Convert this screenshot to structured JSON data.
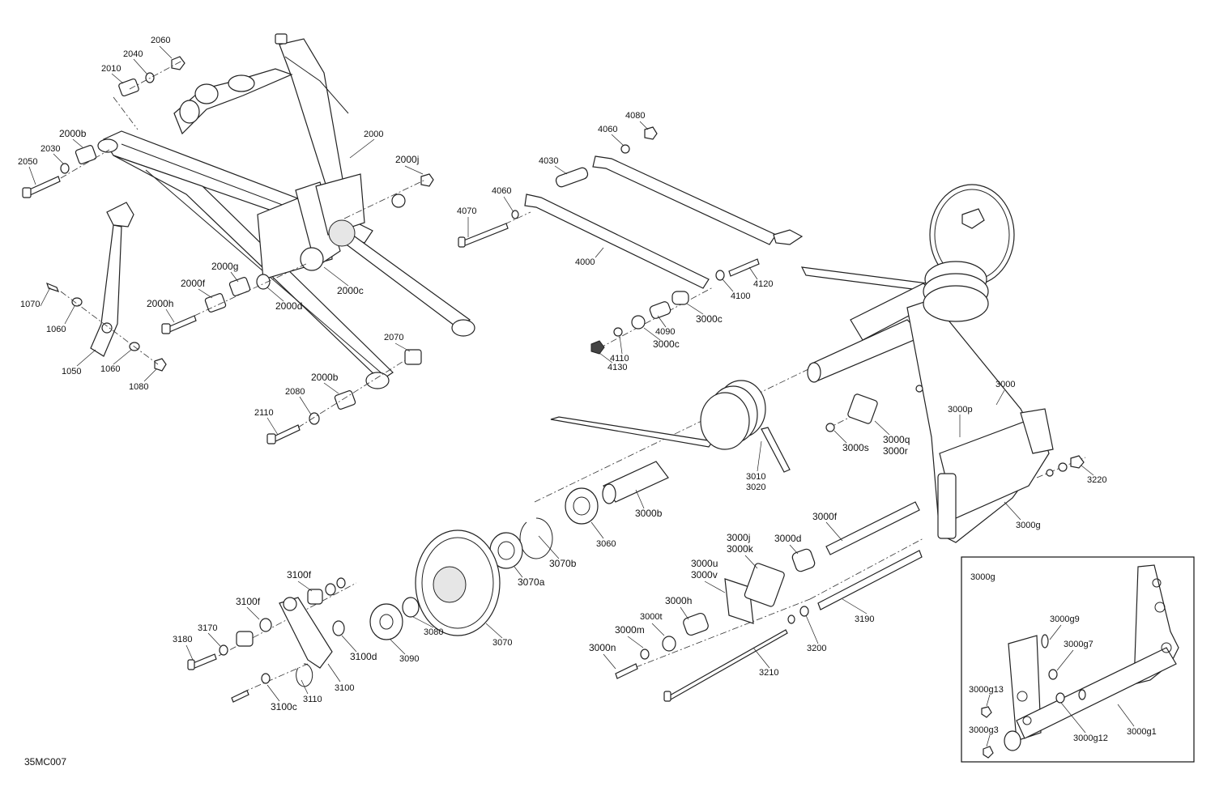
{
  "diagram_id": "35MC007",
  "inset_title": "3000g",
  "callouts": [
    {
      "id": "c2060",
      "text": "2060"
    },
    {
      "id": "c2040",
      "text": "2040"
    },
    {
      "id": "c2010",
      "text": "2010"
    },
    {
      "id": "c2000b_top",
      "text": "2000b"
    },
    {
      "id": "c2030",
      "text": "2030"
    },
    {
      "id": "c2050",
      "text": "2050"
    },
    {
      "id": "c2000",
      "text": "2000"
    },
    {
      "id": "c2000j",
      "text": "2000j"
    },
    {
      "id": "c2000g",
      "text": "2000g"
    },
    {
      "id": "c2000f",
      "text": "2000f"
    },
    {
      "id": "c2000h",
      "text": "2000h"
    },
    {
      "id": "c2000d",
      "text": "2000d"
    },
    {
      "id": "c2000c",
      "text": "2000c"
    },
    {
      "id": "c1070",
      "text": "1070"
    },
    {
      "id": "c1060a",
      "text": "1060"
    },
    {
      "id": "c1050",
      "text": "1050"
    },
    {
      "id": "c1060b",
      "text": "1060"
    },
    {
      "id": "c1080",
      "text": "1080"
    },
    {
      "id": "c2070",
      "text": "2070"
    },
    {
      "id": "c2000b_bot",
      "text": "2000b"
    },
    {
      "id": "c2080",
      "text": "2080"
    },
    {
      "id": "c2110",
      "text": "2110"
    },
    {
      "id": "c4080",
      "text": "4080"
    },
    {
      "id": "c4060a",
      "text": "4060"
    },
    {
      "id": "c4030",
      "text": "4030"
    },
    {
      "id": "c4060b",
      "text": "4060"
    },
    {
      "id": "c4070",
      "text": "4070"
    },
    {
      "id": "c4000",
      "text": "4000"
    },
    {
      "id": "c4120",
      "text": "4120"
    },
    {
      "id": "c4100",
      "text": "4100"
    },
    {
      "id": "c3000c_a",
      "text": "3000c"
    },
    {
      "id": "c4090",
      "text": "4090"
    },
    {
      "id": "c3000c_b",
      "text": "3000c"
    },
    {
      "id": "c4110",
      "text": "4110"
    },
    {
      "id": "c4130",
      "text": "4130"
    },
    {
      "id": "c3000",
      "text": "3000"
    },
    {
      "id": "c3000p",
      "text": "3000p"
    },
    {
      "id": "c3000q",
      "text": "3000q"
    },
    {
      "id": "c3000r",
      "text": "3000r"
    },
    {
      "id": "c3000s",
      "text": "3000s"
    },
    {
      "id": "c3010",
      "text": "3010"
    },
    {
      "id": "c3020",
      "text": "3020"
    },
    {
      "id": "c3220",
      "text": "3220"
    },
    {
      "id": "c3000b",
      "text": "3000b"
    },
    {
      "id": "c3000g",
      "text": "3000g"
    },
    {
      "id": "c3060",
      "text": "3060"
    },
    {
      "id": "c3070b",
      "text": "3070b"
    },
    {
      "id": "c3070a",
      "text": "3070a"
    },
    {
      "id": "c3000f",
      "text": "3000f"
    },
    {
      "id": "c3000j",
      "text": "3000j"
    },
    {
      "id": "c3000k",
      "text": "3000k"
    },
    {
      "id": "c3000d",
      "text": "3000d"
    },
    {
      "id": "c3000u",
      "text": "3000u"
    },
    {
      "id": "c3000v",
      "text": "3000v"
    },
    {
      "id": "c3000h",
      "text": "3000h"
    },
    {
      "id": "c3000t",
      "text": "3000t"
    },
    {
      "id": "c3000m",
      "text": "3000m"
    },
    {
      "id": "c3000n",
      "text": "3000n"
    },
    {
      "id": "c3190",
      "text": "3190"
    },
    {
      "id": "c3200",
      "text": "3200"
    },
    {
      "id": "c3210",
      "text": "3210"
    },
    {
      "id": "c3070",
      "text": "3070"
    },
    {
      "id": "c3080",
      "text": "3080"
    },
    {
      "id": "c3090",
      "text": "3090"
    },
    {
      "id": "c3100f_a",
      "text": "3100f"
    },
    {
      "id": "c3100f_b",
      "text": "3100f"
    },
    {
      "id": "c3170",
      "text": "3170"
    },
    {
      "id": "c3180",
      "text": "3180"
    },
    {
      "id": "c3100d",
      "text": "3100d"
    },
    {
      "id": "c3100",
      "text": "3100"
    },
    {
      "id": "c3110",
      "text": "3110"
    },
    {
      "id": "c3100c",
      "text": "3100c"
    },
    {
      "id": "c3000g9",
      "text": "3000g9"
    },
    {
      "id": "c3000g7",
      "text": "3000g7"
    },
    {
      "id": "c3000g13",
      "text": "3000g13"
    },
    {
      "id": "c3000g3",
      "text": "3000g3"
    },
    {
      "id": "c3000g12",
      "text": "3000g12"
    },
    {
      "id": "c3000g1",
      "text": "3000g1"
    }
  ]
}
